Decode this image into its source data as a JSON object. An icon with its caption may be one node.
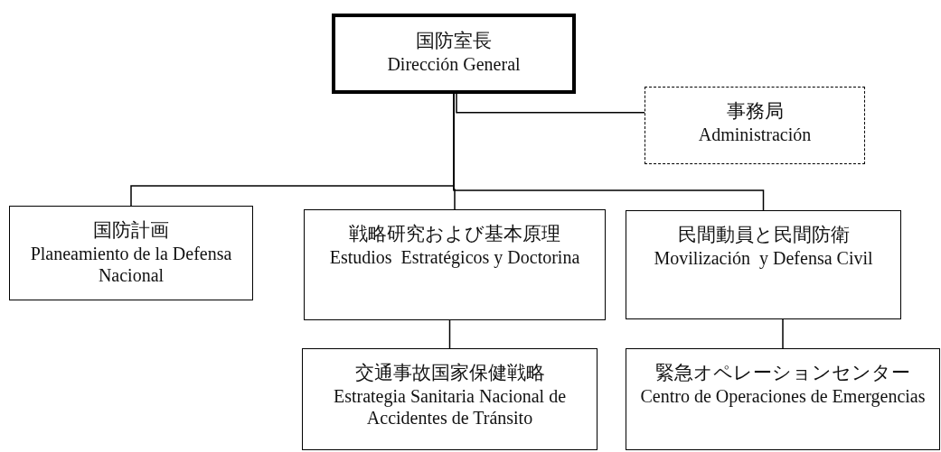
{
  "diagram": {
    "nodes": [
      {
        "text": [
          "国防室長",
          "Dirección General"
        ]
      },
      {
        "text": [
          "事務局",
          "Administración"
        ]
      },
      {
        "text": [
          "国防計画",
          "Planeamiento de la Defensa Nacional"
        ]
      },
      {
        "text": [
          "戦略研究および基本原理",
          "Estudios  Estratégicos y Doctorina"
        ]
      },
      {
        "text": [
          "民間動員と民間防衛",
          "Movilización  y Defensa Civil"
        ]
      },
      {
        "text": [
          "交通事故国家保健戦略",
          "Estrategia Sanitaria Nacional de Accidentes de Tránsito"
        ]
      },
      {
        "text": [
          "緊急オペレーションセンター",
          "Centro de Operaciones de Emergencias"
        ]
      }
    ],
    "edges": [
      {
        "from": 0,
        "to": 1,
        "arrow": "none"
      },
      {
        "from": 0,
        "to": 2,
        "arrow": "none"
      },
      {
        "from": 0,
        "to": 3,
        "arrow": "none"
      },
      {
        "from": 0,
        "to": 4,
        "arrow": "none"
      },
      {
        "from": 3,
        "to": 5,
        "arrow": "none"
      },
      {
        "from": 4,
        "to": 6,
        "arrow": "none"
      }
    ]
  }
}
